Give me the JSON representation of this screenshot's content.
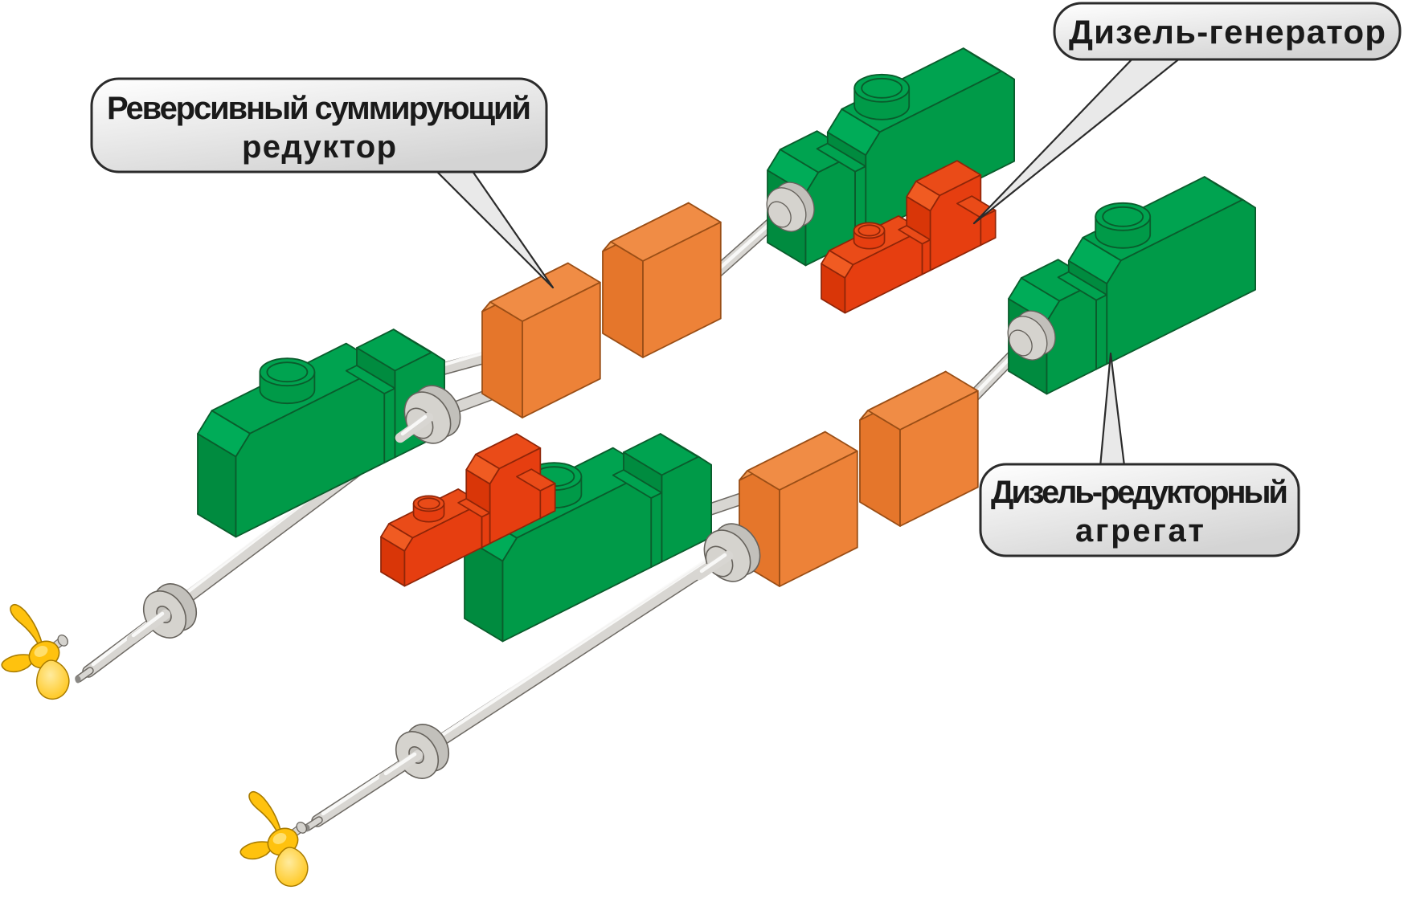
{
  "diagram": {
    "callouts": {
      "summing_reducer": {
        "line1": "Реверсивный суммирующий",
        "line2": "редуктор"
      },
      "diesel_generator": {
        "text": "Дизель-генератор"
      },
      "diesel_reduction_unit": {
        "line1": "Дизель-редукторный",
        "line2": "агрегат"
      }
    },
    "components": {
      "diesel_engine_color_name": "green",
      "summing_reducer_color_name": "orange",
      "diesel_generator_color_name": "red",
      "propeller_color_name": "gold"
    }
  },
  "colors": {
    "background": "#FFFFFF",
    "green_front": "#009A48",
    "green_top": "#00A350",
    "green_end": "#008B3F",
    "green_bevel": "#00AC58",
    "green_outline": "#0A5C2C",
    "orange_front": "#ED8238",
    "orange_top": "#F08C45",
    "orange_end": "#E5762B",
    "orange_bevel": "#F49A52",
    "orange_outline": "#9A4E16",
    "red_front": "#E63E10",
    "red_top": "#EA4B18",
    "red_end": "#D93608",
    "red_bevel": "#F05B22",
    "red_outline": "#8E2508",
    "shaft_body": "#D8D6D2",
    "shaft_highlight": "#FAFAF9",
    "shaft_outline": "#6E6A64",
    "disc_face": "#D5D3CE",
    "disc_rim": "#C2C0BB",
    "disc_outline": "#66625C",
    "propeller_gold": "#FFC20E",
    "propeller_light": "#FFE47E",
    "propeller_outline": "#A87B00",
    "callout_start": "#FFFFFF",
    "callout_end": "#D4D4D4",
    "callout_border": "#2B2B2B",
    "callout_text": "#1A1A1A"
  }
}
